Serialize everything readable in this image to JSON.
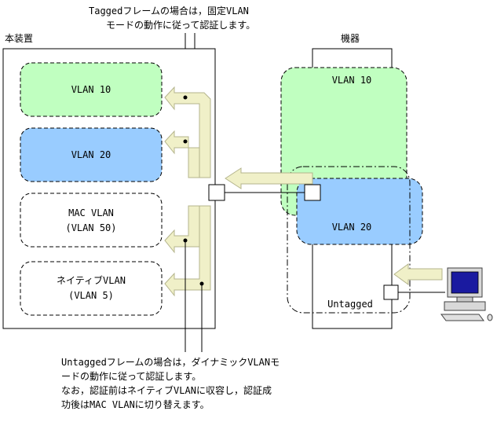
{
  "top_note": {
    "line1": "Taggedフレームの場合は，固定VLAN",
    "line2": "モードの動作に従って認証します。"
  },
  "device_label": "本装置",
  "equipment_label": "機器",
  "device_vlans": [
    {
      "line1": "VLAN 10",
      "line2": "",
      "fill": "#c0ffc0"
    },
    {
      "line1": "VLAN 20",
      "line2": "",
      "fill": "#99ccff"
    },
    {
      "line1": "MAC VLAN",
      "line2": "(VLAN 50)",
      "fill": "#ffffff"
    },
    {
      "line1": "ネイティブVLAN",
      "line2": "(VLAN 5)",
      "fill": "#ffffff"
    }
  ],
  "equipment_vlans": [
    {
      "label": "VLAN 10",
      "fill": "#c0ffc0"
    },
    {
      "label": "VLAN 20",
      "fill": "#99ccff"
    },
    {
      "label": "Untagged",
      "fill": "none"
    }
  ],
  "bottom_note": {
    "line1": "Untaggedフレームの場合は，ダイナミックVLANモ",
    "line2": "ードの動作に従って認証します。",
    "line3": "なお，認証前はネイティブVLANに収容し，認証成",
    "line4": "功後はMAC VLANに切り替えます。"
  },
  "colors": {
    "arrow_fill": "#f0f0c8",
    "arrow_stroke": "#b4b48c",
    "vlan10": "#c0ffc0",
    "vlan20": "#99ccff",
    "monitor_screen": "#1a1aa0"
  },
  "icons": [
    "pc-icon"
  ]
}
